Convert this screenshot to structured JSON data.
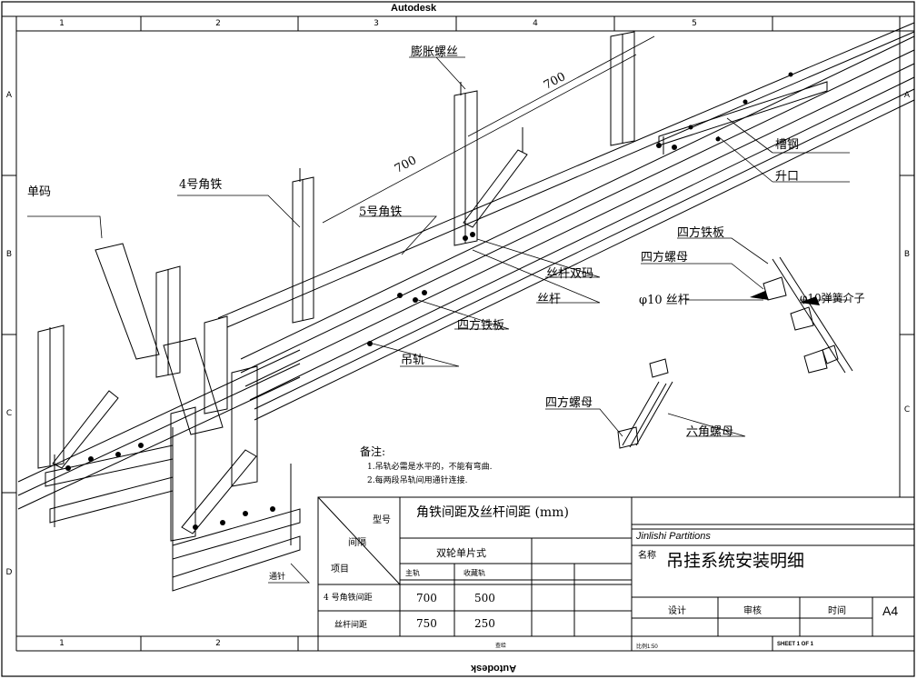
{
  "frame": {
    "brand_top": "Autodesk",
    "brand_bottom": "Autodesk",
    "columns_top": [
      "1",
      "2",
      "3",
      "4",
      "5"
    ],
    "columns_bottom": [
      "1",
      "2"
    ],
    "rows_left": [
      "A",
      "B",
      "C",
      "D"
    ],
    "rows_right": [
      "A",
      "B",
      "C"
    ]
  },
  "labels": {
    "expansion_screw": "膨胀螺丝",
    "dim_700_a": "700",
    "dim_700_b": "700",
    "channel_steel": "槽钢",
    "lift_opening": "升口",
    "single_clip": "单码",
    "angle_iron_4": "4号角铁",
    "angle_iron_5": "5号角铁",
    "square_plate_1": "四方铁板",
    "square_nut_1": "四方螺母",
    "rod_phi10": "φ10 丝杆",
    "spring_washer": "φ10弹簧介子",
    "rod_double_clip": "丝杆双码",
    "rod": "丝杆",
    "square_plate_2": "四方铁板",
    "rail": "吊轨",
    "square_nut_2": "四方螺母",
    "hex_nut": "六角螺母",
    "through_nail": "通针"
  },
  "notes": {
    "title": "备注:",
    "line1": "1.吊轨必需是水平的，不能有弯曲.",
    "line2": "2.每两段吊轨间用通针连接."
  },
  "table": {
    "main_header": "角铁间距及丝杆间距 (mm)",
    "model": "型号",
    "spacing": "间隔",
    "item": "项目",
    "double_wheel": "双轮单片式",
    "main_rail": "主轨",
    "storage_rail": "收藏轨",
    "row1_label": "4 号角铁间距",
    "row1_main": "700",
    "row1_storage": "500",
    "row2_label": "丝杆间距",
    "row2_main": "750",
    "row2_storage": "250",
    "footer_small": "查给"
  },
  "titleblock": {
    "company": "Jinlishi Partitions",
    "name_label": "名称",
    "drawing_name": "吊挂系统安装明细",
    "design": "设计",
    "review": "审核",
    "time": "时间",
    "size": "A4",
    "scale": "比例1:50",
    "sheet": "SHEET 1 OF 1"
  }
}
